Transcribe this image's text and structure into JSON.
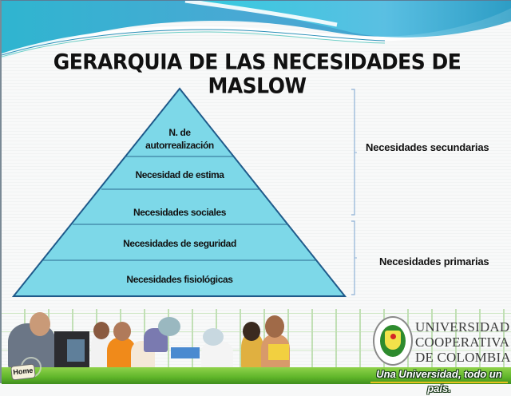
{
  "slide": {
    "title_line1": "GERARQUIA DE LAS NECESIDADES DE",
    "title_line2": "MASLOW"
  },
  "pyramid": {
    "fill_color": "#7dd8e8",
    "stroke_color": "#1f5a8a",
    "levels": [
      {
        "label_line1": "N. de",
        "label_line2": "autorrealización"
      },
      {
        "label_line1": "Necesidad de estima"
      },
      {
        "label_line1": "Necesidades sociales"
      },
      {
        "label_line1": "Necesidades de seguridad"
      },
      {
        "label_line1": "Necesidades fisiológicas"
      }
    ]
  },
  "brackets": {
    "secondary_label": "Necesidades secundarias",
    "primary_label": "Necesidades primarias",
    "color": "#8fb2d6"
  },
  "banner": {
    "home_label": "Home",
    "university_line1": "UNIVERSIDAD",
    "university_line2": "COOPERATIVA",
    "university_line3": "DE COLOMBIA",
    "slogan": "Una Universidad, todo un país."
  }
}
